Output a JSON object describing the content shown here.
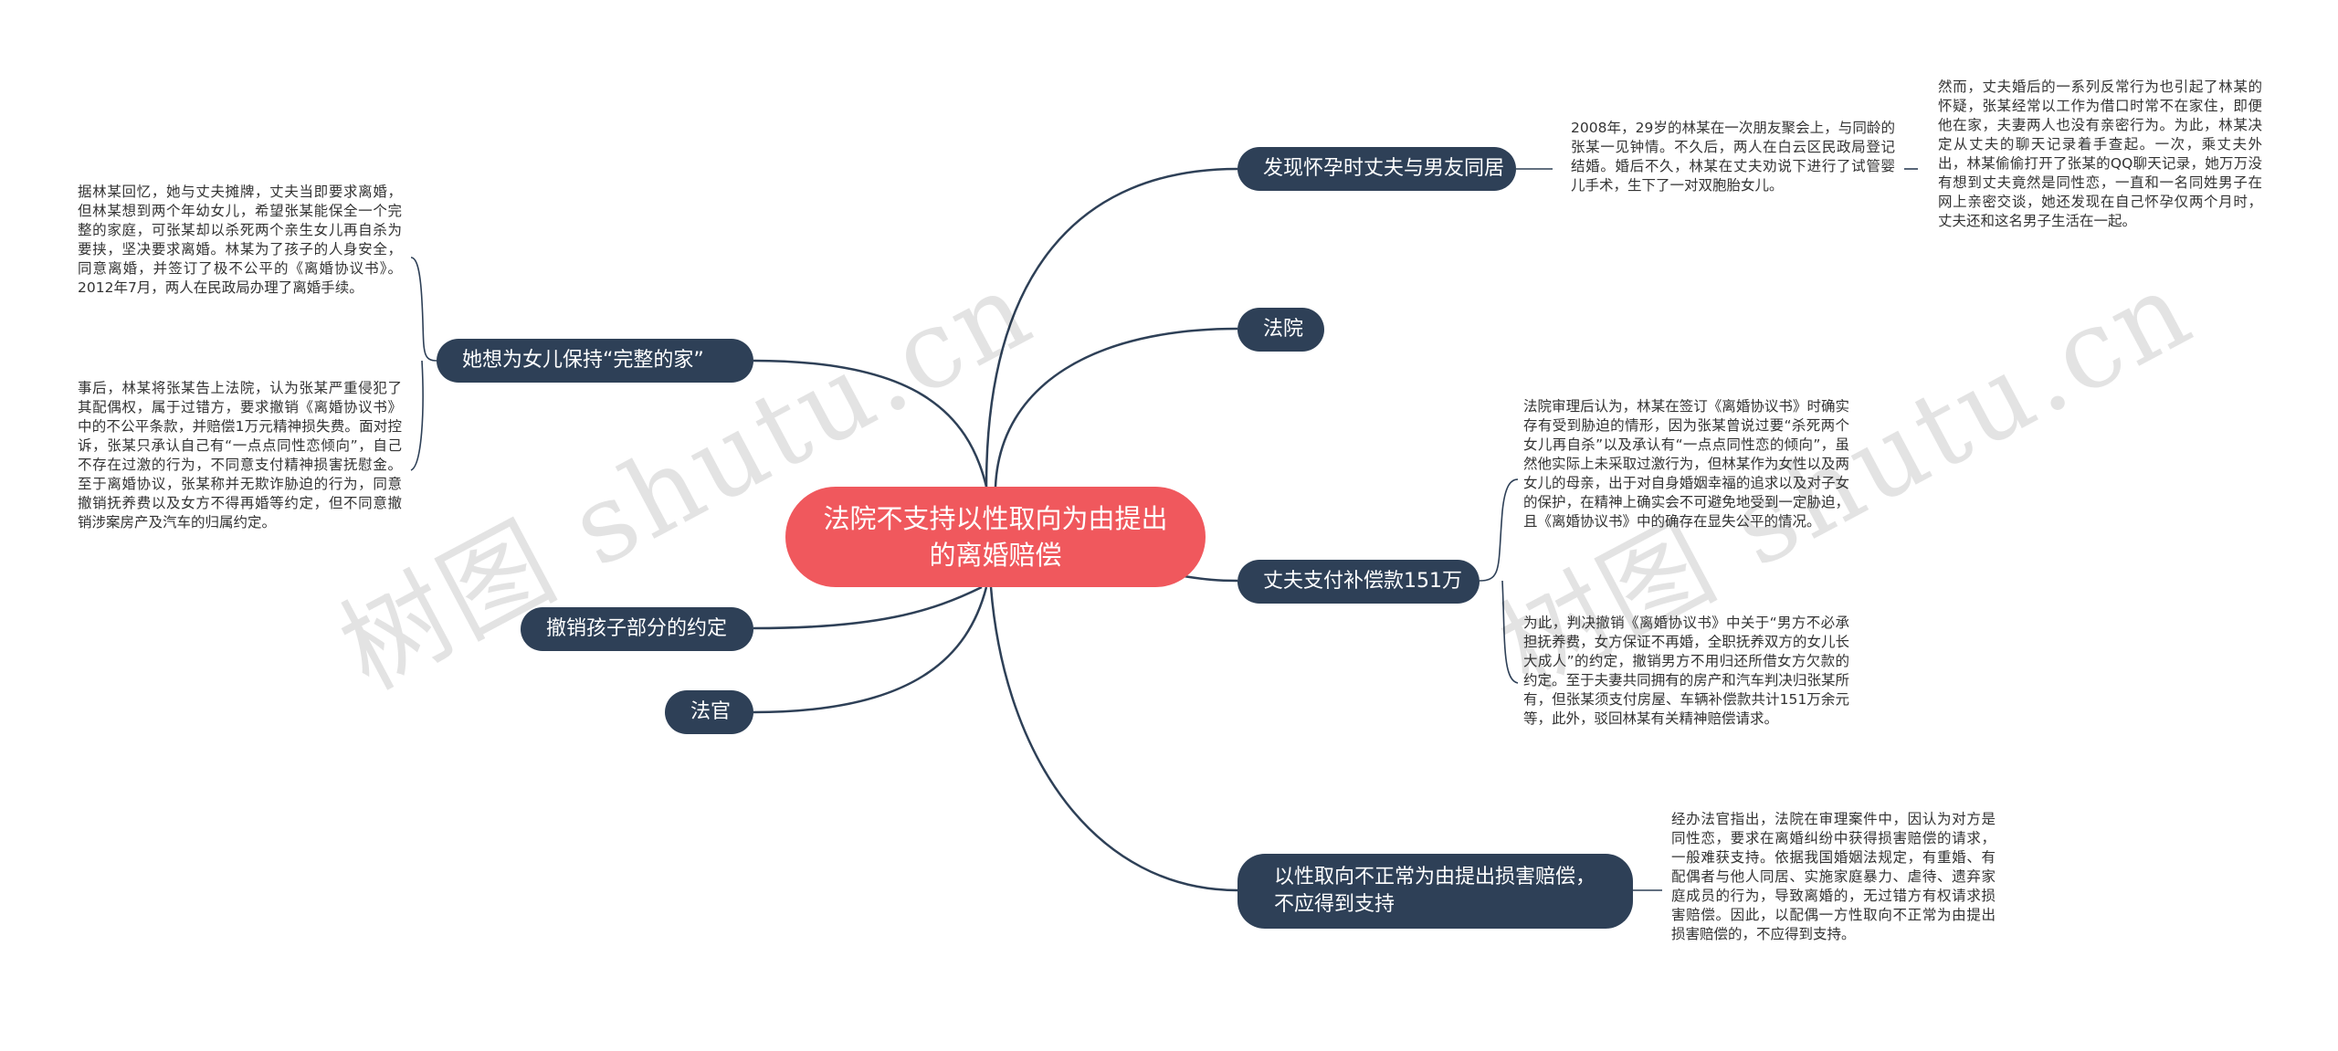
{
  "root": {
    "label": "法院不支持以性取向为由提出的离婚赔偿"
  },
  "branches": {
    "right_1": {
      "label": "发现怀孕时丈夫与男友同居"
    },
    "right_2": {
      "label": "法院"
    },
    "right_3": {
      "label": "丈夫支付补偿款151万"
    },
    "right_4": {
      "label": "以性取向不正常为由提出损害赔偿，不应得到支持"
    },
    "left_1": {
      "label": "她想为女儿保持“完整的家”"
    },
    "left_2": {
      "label": "撤销孩子部分的约定"
    },
    "left_3": {
      "label": "法官"
    }
  },
  "leaves": {
    "r1_a": "2008年，29岁的林某在一次朋友聚会上，与同龄的张某一见钟情。不久后，两人在白云区民政局登记结婚。婚后不久，林某在丈夫劝说下进行了试管婴儿手术，生下了一对双胞胎女儿。",
    "r1_b": "然而，丈夫婚后的一系列反常行为也引起了林某的怀疑，张某经常以工作为借口时常不在家住，即便他在家，夫妻两人也没有亲密行为。为此，林某决定从丈夫的聊天记录着手查起。一次，乘丈夫外出，林某偷偷打开了张某的QQ聊天记录，她万万没有想到丈夫竟然是同性恋，一直和一名同姓男子在网上亲密交谈，她还发现在自己怀孕仅两个月时，丈夫还和这名男子生活在一起。",
    "r3_a": "法院审理后认为，林某在签订《离婚协议书》时确实存有受到胁迫的情形，因为张某曾说过要“杀死两个女儿再自杀”以及承认有“一点点同性恋的倾向”，虽然他实际上未采取过激行为，但林某作为女性以及两女儿的母亲，出于对自身婚姻幸福的追求以及对子女的保护，在精神上确实会不可避免地受到一定胁迫，且《离婚协议书》中的确存在显失公平的情况。",
    "r3_b": "为此，判决撤销《离婚协议书》中关于“男方不必承担抚养费，女方保证不再婚，全职抚养双方的女儿长大成人”的约定，撤销男方不用归还所借女方欠款的约定。至于夫妻共同拥有的房产和汽车判决归张某所有，但张某须支付房屋、车辆补偿款共计151万余元等，此外，驳回林某有关精神赔偿请求。",
    "r4_a": "经办法官指出，法院在审理案件中，因认为对方是同性恋，要求在离婚纠纷中获得损害赔偿的请求，一般难获支持。依据我国婚姻法规定，有重婚、有配偶者与他人同居、实施家庭暴力、虐待、遗弃家庭成员的行为，导致离婚的，无过错方有权请求损害赔偿。因此，以配偶一方性取向不正常为由提出损害赔偿的，不应得到支持。",
    "l1_a": "据林某回忆，她与丈夫摊牌，丈夫当即要求离婚，但林某想到两个年幼女儿，希望张某能保全一个完整的家庭，可张某却以杀死两个亲生女儿再自杀为要挟，坚决要求离婚。林某为了孩子的人身安全，同意离婚，并签订了极不公平的《离婚协议书》。2012年7月，两人在民政局办理了离婚手续。",
    "l1_b": "事后，林某将张某告上法院，认为张某严重侵犯了其配偶权，属于过错方，要求撤销《离婚协议书》中的不公平条款，并赔偿1万元精神损失费。面对控诉，张某只承认自己有“一点点同性恋倾向”，自己不存在过激的行为，不同意支付精神损害抚慰金。至于离婚协议，张某称并无欺诈胁迫的行为，同意撤销抚养费以及女方不得再婚等约定，但不同意撤销涉案房产及汽车的归属约定。"
  },
  "watermark": {
    "text": "树图 shutu.cn"
  },
  "colors": {
    "root_fill": "#f0585d",
    "branch_fill": "#2e4057",
    "line": "#2e4057",
    "leaf_text": "#333333"
  }
}
